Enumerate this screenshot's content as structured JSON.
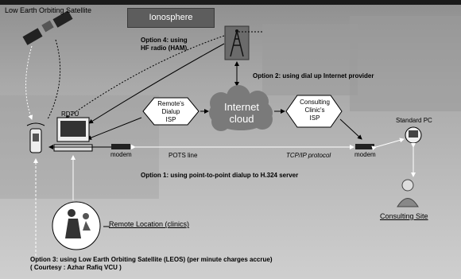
{
  "labels": {
    "leos": "Low Earth Orbiting Satellite",
    "ionosphere": "Ionosphere",
    "option4_line1": "Option 4: using",
    "option4_line2": "HF radio (HAM)",
    "option2": "Option 2: using dial up Internet provider",
    "rdtu": "RDTU",
    "remote_isp_line1": "Remote's",
    "remote_isp_line2": "Dialup",
    "remote_isp_line3": "ISP",
    "internet_line1": "Internet",
    "internet_line2": "cloud",
    "consult_isp_line1": "Consulting",
    "consult_isp_line2": "Clinic's",
    "consult_isp_line3": "ISP",
    "standard_pc": "Standard PC",
    "modem_left": "modem",
    "pots_line": "POTS line",
    "tcpip": "TCP/IP protocol",
    "modem_right": "modem",
    "option1": "Option 1: using point-to-point dialup to H.324 server",
    "remote_location": "Remote Location (clinics)",
    "consulting_site": "Consulting Site",
    "option3": "Option 3: using Low Earth Orbiting Satellite (LEOS) (per minute charges accrue)",
    "courtesy": "( Courtesy : Azhar Rafiq VCU )"
  },
  "icons": [
    "satellite-icon",
    "radio-tower-icon",
    "phone-icon",
    "computer-icon",
    "modem-icon",
    "pc-icon",
    "doctor-icon",
    "patient-icon"
  ],
  "colors": {
    "background": "#a9a9a9",
    "ionosphere_box": "#5d5d5d",
    "cloud": "#7a7a7a"
  }
}
